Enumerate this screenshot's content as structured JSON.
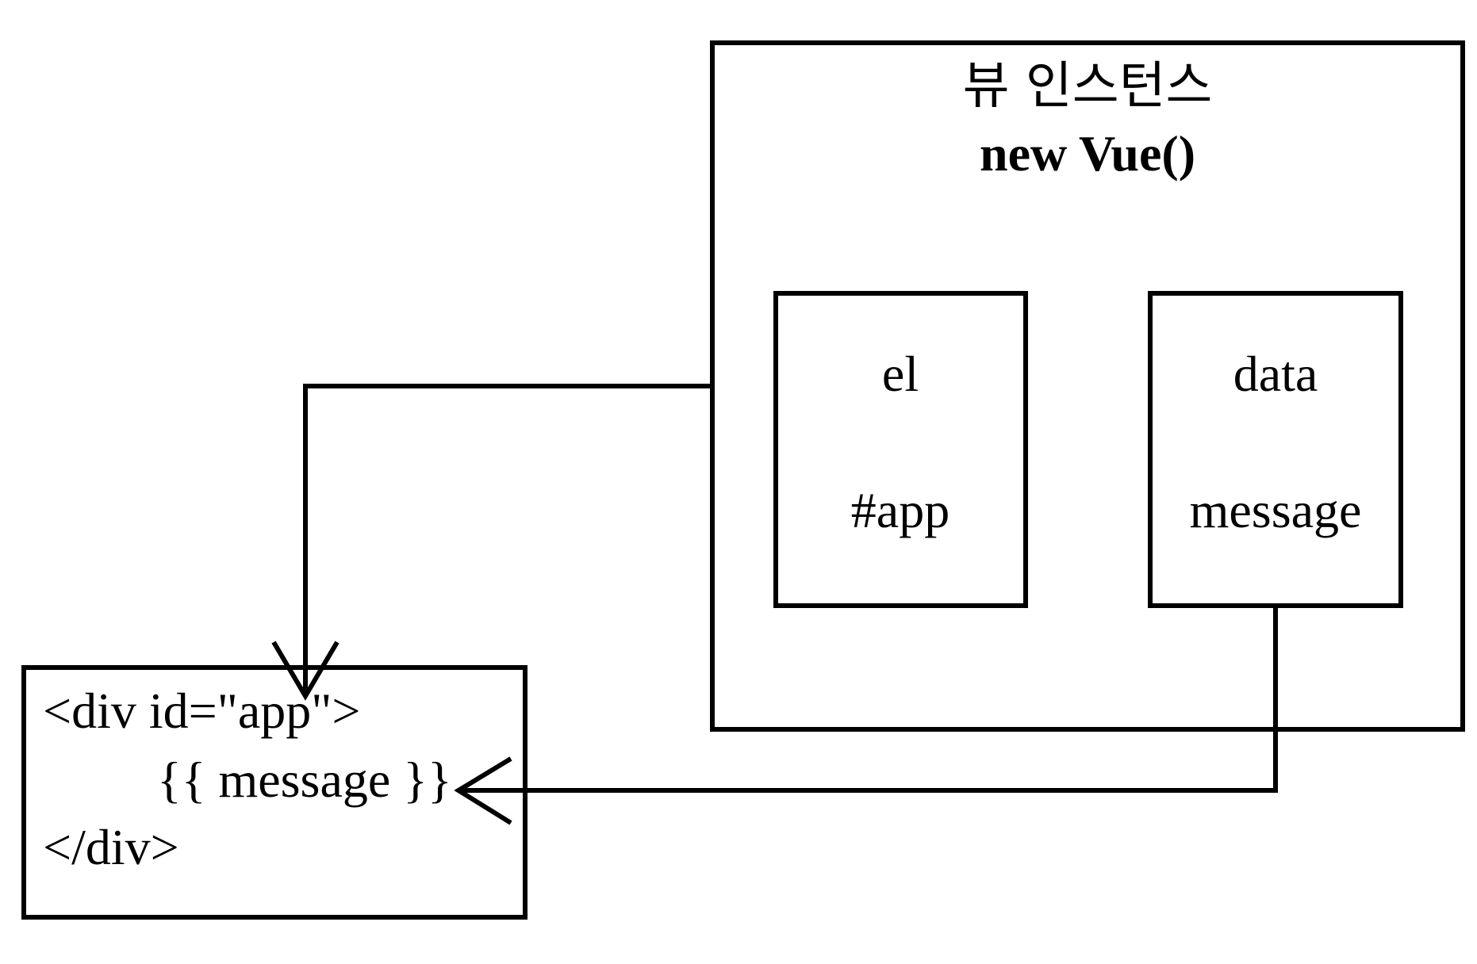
{
  "instance": {
    "title_korean": "뷰 인스턴스",
    "title_code": "new Vue()"
  },
  "el_box": {
    "label": "el",
    "value": "#app"
  },
  "data_box": {
    "label": "data",
    "value": "message"
  },
  "html_box": {
    "line1": "<div id=\"app\">",
    "line2": "{{ message }}",
    "line3": "</div>"
  },
  "colors": {
    "stroke": "#000000",
    "background": "#ffffff"
  }
}
